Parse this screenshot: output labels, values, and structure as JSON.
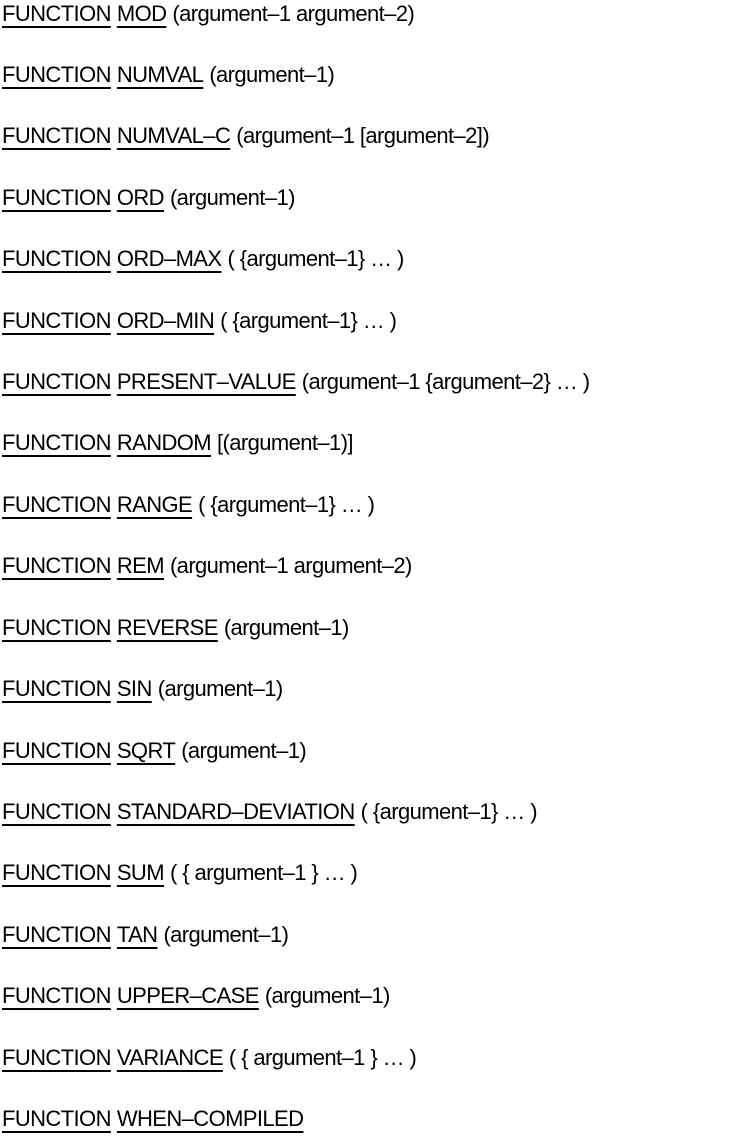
{
  "lines": [
    {
      "keyword": "FUNCTION",
      "name": "MOD",
      "args": "(argument–1 argument–2)"
    },
    {
      "keyword": "FUNCTION",
      "name": "NUMVAL",
      "args": "(argument–1)"
    },
    {
      "keyword": "FUNCTION",
      "name": "NUMVAL–C",
      "args": "(argument–1 [argument–2])"
    },
    {
      "keyword": "FUNCTION",
      "name": "ORD",
      "args": "(argument–1)"
    },
    {
      "keyword": "FUNCTION",
      "name": "ORD–MAX",
      "args": "( {argument–1} … )"
    },
    {
      "keyword": "FUNCTION",
      "name": "ORD–MIN",
      "args": "( {argument–1} … )"
    },
    {
      "keyword": "FUNCTION",
      "name": "PRESENT–VALUE",
      "args": "(argument–1 {argument–2} … )"
    },
    {
      "keyword": "FUNCTION",
      "name": "RANDOM",
      "args": "[(argument–1)]"
    },
    {
      "keyword": "FUNCTION",
      "name": "RANGE",
      "args": "( {argument–1} … )"
    },
    {
      "keyword": "FUNCTION",
      "name": "REM",
      "args": "(argument–1 argument–2)"
    },
    {
      "keyword": "FUNCTION",
      "name": "REVERSE",
      "args": "(argument–1)"
    },
    {
      "keyword": "FUNCTION",
      "name": "SIN",
      "args": "(argument–1)"
    },
    {
      "keyword": "FUNCTION",
      "name": "SQRT",
      "args": "(argument–1)"
    },
    {
      "keyword": "FUNCTION",
      "name": "STANDARD–DEVIATION",
      "args": "( {argument–1} … )"
    },
    {
      "keyword": "FUNCTION",
      "name": "SUM",
      "args": "( { argument–1 } … )"
    },
    {
      "keyword": "FUNCTION",
      "name": "TAN",
      "args": "(argument–1)"
    },
    {
      "keyword": "FUNCTION",
      "name": "UPPER–CASE",
      "args": "(argument–1)"
    },
    {
      "keyword": "FUNCTION",
      "name": "VARIANCE",
      "args": "( { argument–1 } … )"
    },
    {
      "keyword": "FUNCTION",
      "name": "WHEN–COMPILED",
      "args": ""
    }
  ]
}
